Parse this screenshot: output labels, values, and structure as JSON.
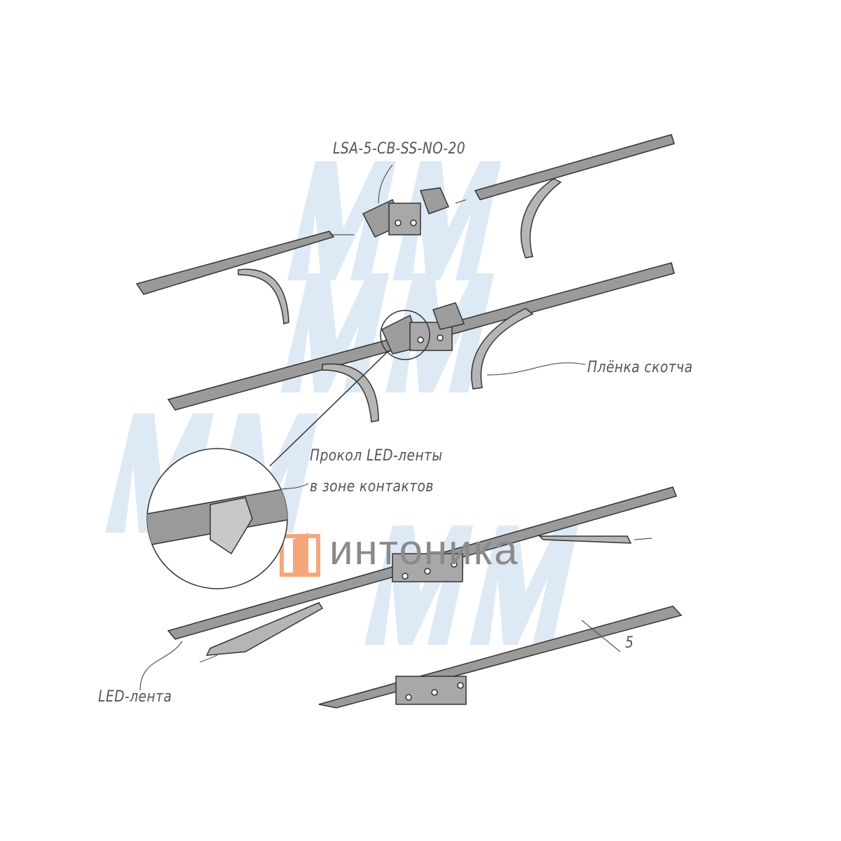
{
  "labels": {
    "connector_model": "LSA-5-CB-SS-NO-20",
    "tape_film": "Плёнка скотча",
    "pierce_line1": "Прокол LED-ленты",
    "pierce_line2": "в зоне контактов",
    "led_strip": "LED-лента",
    "width_dim": "5"
  },
  "logo": {
    "text": "интоника"
  },
  "watermark": {
    "text": "MM"
  },
  "colors": {
    "strip": "#9a9a9a",
    "outline": "#333333",
    "watermark": "#dce8f3",
    "logo_orange": "#f5a67a"
  }
}
